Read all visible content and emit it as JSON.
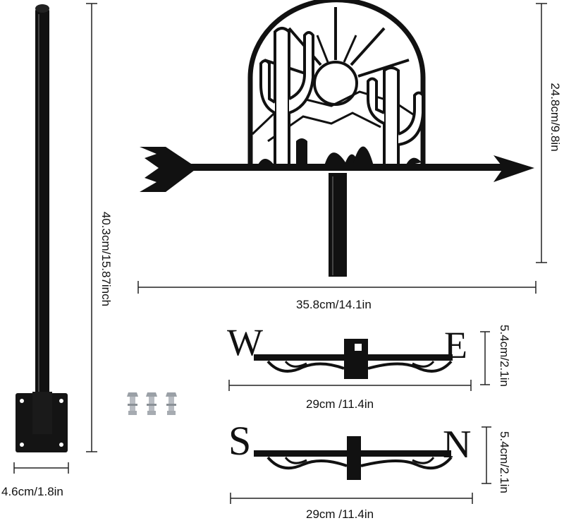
{
  "image": {
    "description_icons": [
      "pole",
      "mounting-plate",
      "bolts",
      "weather-vane-arrow",
      "cactus-sunset-panel",
      "we-direction-bar",
      "sn-direction-bar"
    ]
  },
  "dimensions": {
    "pole_height": "40.3cm/15.87inch",
    "plate_width": "4.6cm/1.8in",
    "vane_height": "24.8cm/9.8in",
    "vane_width": "35.8cm/14.1in",
    "we_bar_height": "5.4cm/2.1in",
    "we_bar_width": "29cm /11.4in",
    "sn_bar_height": "5.4cm/2.1in",
    "sn_bar_width": "29cm /11.4in"
  },
  "compass": {
    "west": "W",
    "east": "E",
    "south": "S",
    "north": "N"
  },
  "colors": {
    "metal": "#111111",
    "line": "#222222",
    "bolt": "#b8bcc2"
  }
}
